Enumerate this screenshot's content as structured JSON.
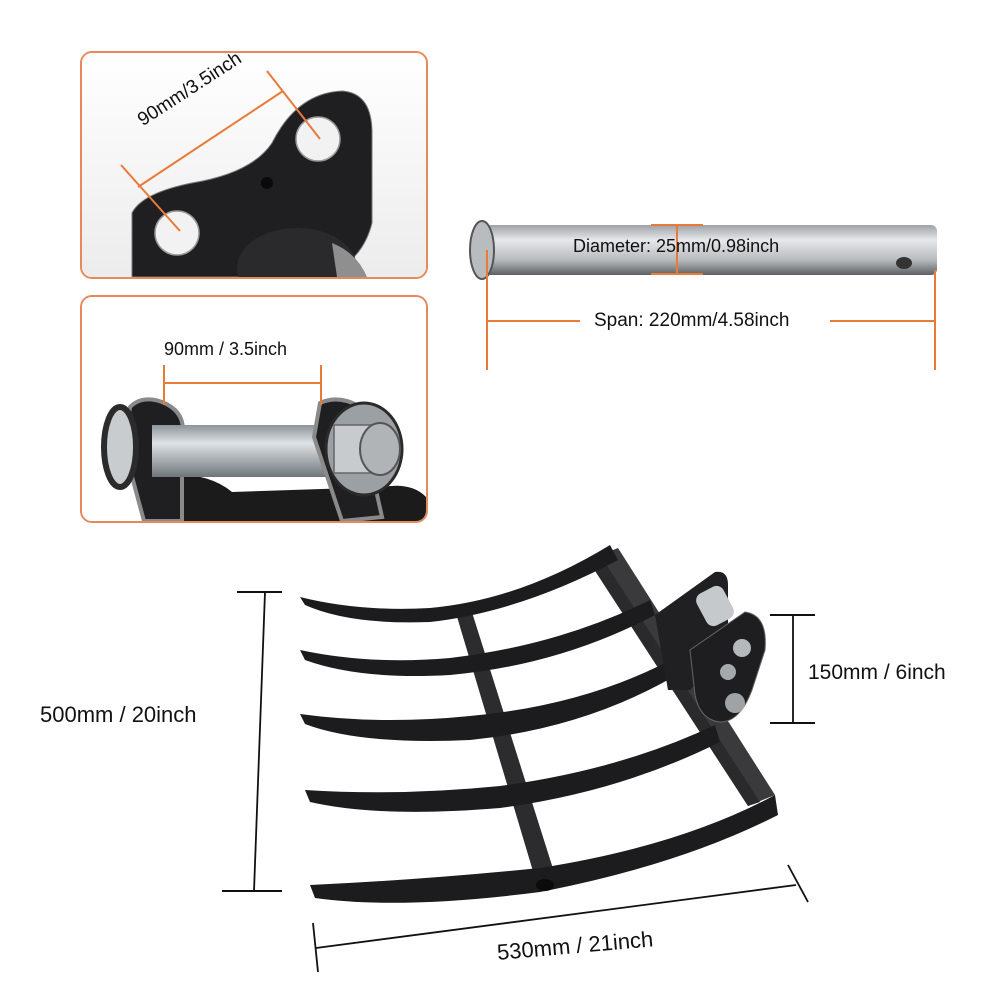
{
  "colors": {
    "accent_orange": "#e8895c",
    "dimension_orange": "#e87a3a",
    "steel_black": "#1f1f21",
    "steel_pin": "#b8bcc0"
  },
  "panels": {
    "ear_plate": {
      "dimension_label": "90mm/3.5inch"
    },
    "ear_pin_spacing": {
      "dimension_label": "90mm / 3.5inch"
    }
  },
  "pin": {
    "diameter_label": "Diameter: 25mm/0.98inch",
    "span_label": "Span: 220mm/4.58inch"
  },
  "rake": {
    "height_label": "500mm / 20inch",
    "hitch_height_label": "150mm / 6inch",
    "width_label": "530mm / 21inch",
    "tine_count": 5
  }
}
